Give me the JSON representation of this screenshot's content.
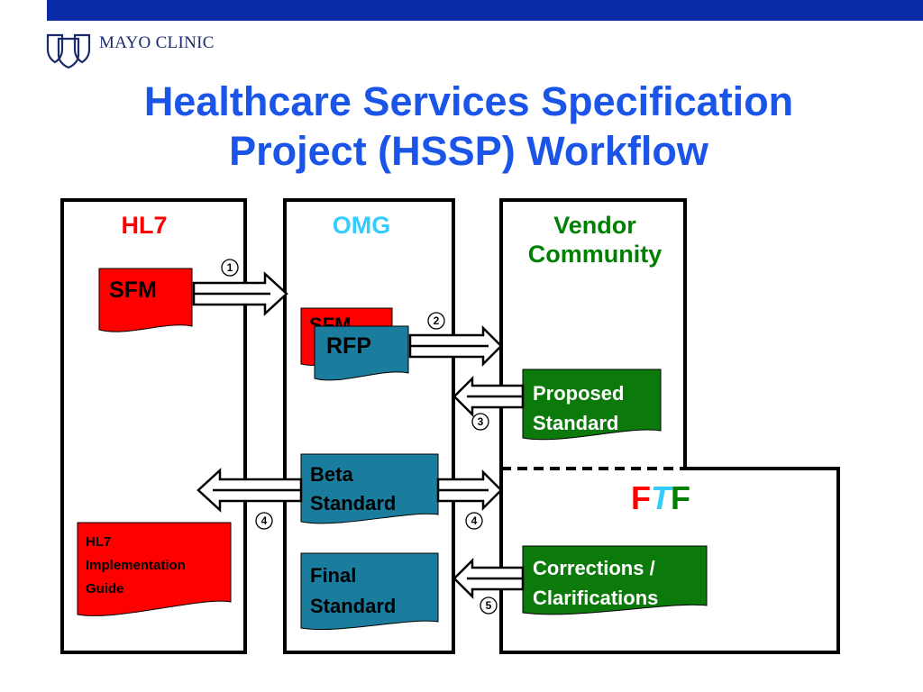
{
  "header": {
    "logo_text": "MAYO CLINIC",
    "title_line1": "Healthcare Services Specification",
    "title_line2": "Project (HSSP)  Workflow"
  },
  "columns": {
    "hl7": "HL7",
    "omg": "OMG",
    "vendor_line1": "Vendor",
    "vendor_line2": "Community"
  },
  "documents": {
    "sfm": "SFM",
    "sfm_behind": "SFM",
    "rfp": "RFP",
    "proposed_line1": "Proposed",
    "proposed_line2": "Standard",
    "beta_line1": "Beta",
    "beta_line2": "Standard",
    "final_line1": "Final",
    "final_line2": "Standard",
    "guide_line1": "HL7",
    "guide_line2": "Implementation",
    "guide_line3": "Guide",
    "corrections_line1": "Corrections /",
    "corrections_line2": "Clarifications"
  },
  "steps": {
    "s1": "1",
    "s2": "2",
    "s3": "3",
    "s4a": "4",
    "s4b": "4",
    "s5": "5"
  },
  "ftf": {
    "f1": "F",
    "t": "T",
    "f2": "F"
  },
  "colors": {
    "title": "#1a55e8",
    "hl7": "#ff0000",
    "omg": "#33ccff",
    "vendor": "#008000",
    "doc_red": "#ff0000",
    "doc_teal": "#1a7d9e",
    "doc_green": "#0b7a0b",
    "top_bar": "#0a2aa8"
  }
}
